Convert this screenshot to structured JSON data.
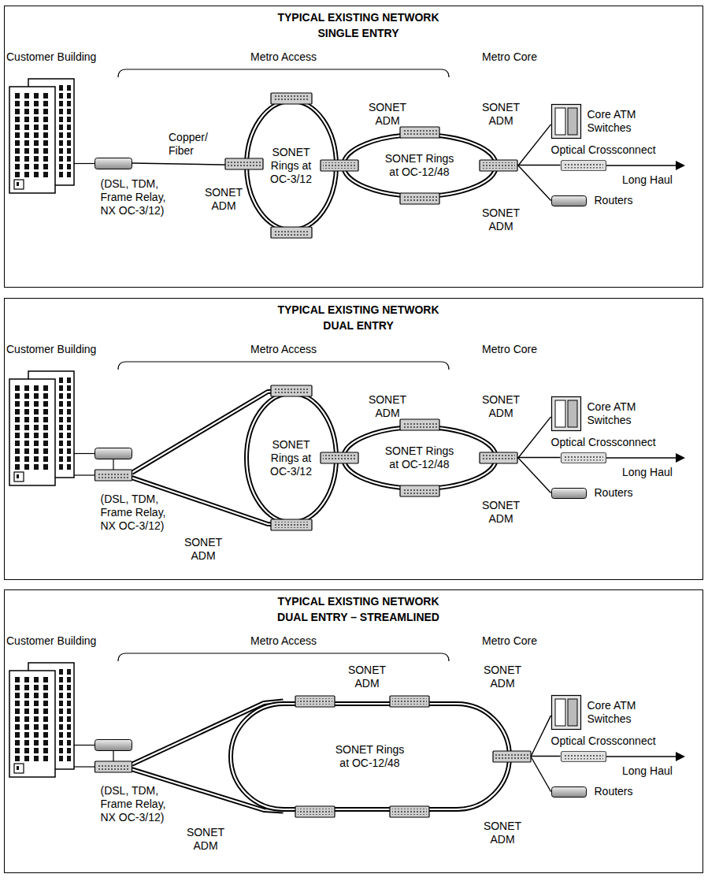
{
  "diagram": {
    "nodes": [
      {
        "text": [
          "TYPICAL EXISTING NETWORK",
          "SINGLE ENTRY"
        ]
      },
      {
        "text": [
          "(DSL, TDM, Frame Relay, NX OC-3/12)"
        ],
        "in": 0
      },
      {
        "text": [
          "SONET Rings at OC-3/12"
        ],
        "in": 0
      },
      {
        "text": [
          "SONET Rings at OC-12/48"
        ],
        "in": 0
      },
      {
        "text": [
          "Core ATM Switches"
        ],
        "in": 0
      },
      {
        "text": [
          "Optical Crossconnect"
        ],
        "in": 0
      },
      {
        "text": [
          "Routers"
        ],
        "in": 0
      },
      {
        "text": [
          "TYPICAL EXISTING NETWORK",
          "DUAL ENTRY"
        ]
      },
      {
        "text": [
          "(DSL, TDM, Frame Relay, NX OC-3/12)"
        ],
        "in": 7
      },
      {
        "text": [
          "SONET Rings at OC-3/12"
        ],
        "in": 7
      },
      {
        "text": [
          "SONET Rings at OC-12/48"
        ],
        "in": 7
      },
      {
        "text": [
          "Core ATM Switches"
        ],
        "in": 7
      },
      {
        "text": [
          "Optical Crossconnect"
        ],
        "in": 7
      },
      {
        "text": [
          "Routers"
        ],
        "in": 7
      },
      {
        "text": [
          "TYPICAL EXISTING NETWORK",
          "DUAL ENTRY – STREAMLINED"
        ]
      },
      {
        "text": [
          "(DSL, TDM, Frame Relay, NX OC-3/12)"
        ],
        "in": 14
      },
      {
        "text": [
          "SONET Rings at OC-12/48"
        ],
        "in": 14
      },
      {
        "text": [
          "Core ATM Switches"
        ],
        "in": 14
      },
      {
        "text": [
          "Optical Crossconnect"
        ],
        "in": 14
      },
      {
        "text": [
          "Routers"
        ],
        "in": 14
      }
    ],
    "edges": [
      {
        "from": 1,
        "to": 2,
        "label": "Copper/Fiber",
        "arrow": "none"
      },
      {
        "from": 2,
        "to": 3,
        "arrow": "none"
      },
      {
        "from": 3,
        "to": 4,
        "arrow": "none"
      },
      {
        "from": 3,
        "to": 5,
        "arrow": "none"
      },
      {
        "from": 3,
        "to": 6,
        "arrow": "none"
      },
      {
        "from": 8,
        "to": 9,
        "arrow": "none"
      },
      {
        "from": 8,
        "to": 9,
        "arrow": "none"
      },
      {
        "from": 9,
        "to": 10,
        "arrow": "none"
      },
      {
        "from": 10,
        "to": 11,
        "arrow": "none"
      },
      {
        "from": 10,
        "to": 12,
        "arrow": "none"
      },
      {
        "from": 10,
        "to": 13,
        "arrow": "none"
      },
      {
        "from": 15,
        "to": 16,
        "arrow": "none"
      },
      {
        "from": 15,
        "to": 16,
        "arrow": "none"
      },
      {
        "from": 16,
        "to": 17,
        "arrow": "none"
      },
      {
        "from": 16,
        "to": 18,
        "arrow": "none"
      },
      {
        "from": 16,
        "to": 19,
        "arrow": "none"
      }
    ],
    "labels": [
      "Customer Building",
      "Metro Access",
      "Metro Core",
      "SONET ADM",
      "SONET ADM",
      "SONET ADM",
      "SONET ADM",
      "Long Haul",
      "Customer Building",
      "Metro Access",
      "Metro Core",
      "SONET ADM",
      "SONET ADM",
      "SONET ADM",
      "SONET ADM",
      "Long Haul",
      "Customer Building",
      "Metro Access",
      "Metro Core",
      "SONET ADM",
      "SONET ADM",
      "SONET ADM",
      "SONET ADM",
      "Long Haul"
    ]
  }
}
